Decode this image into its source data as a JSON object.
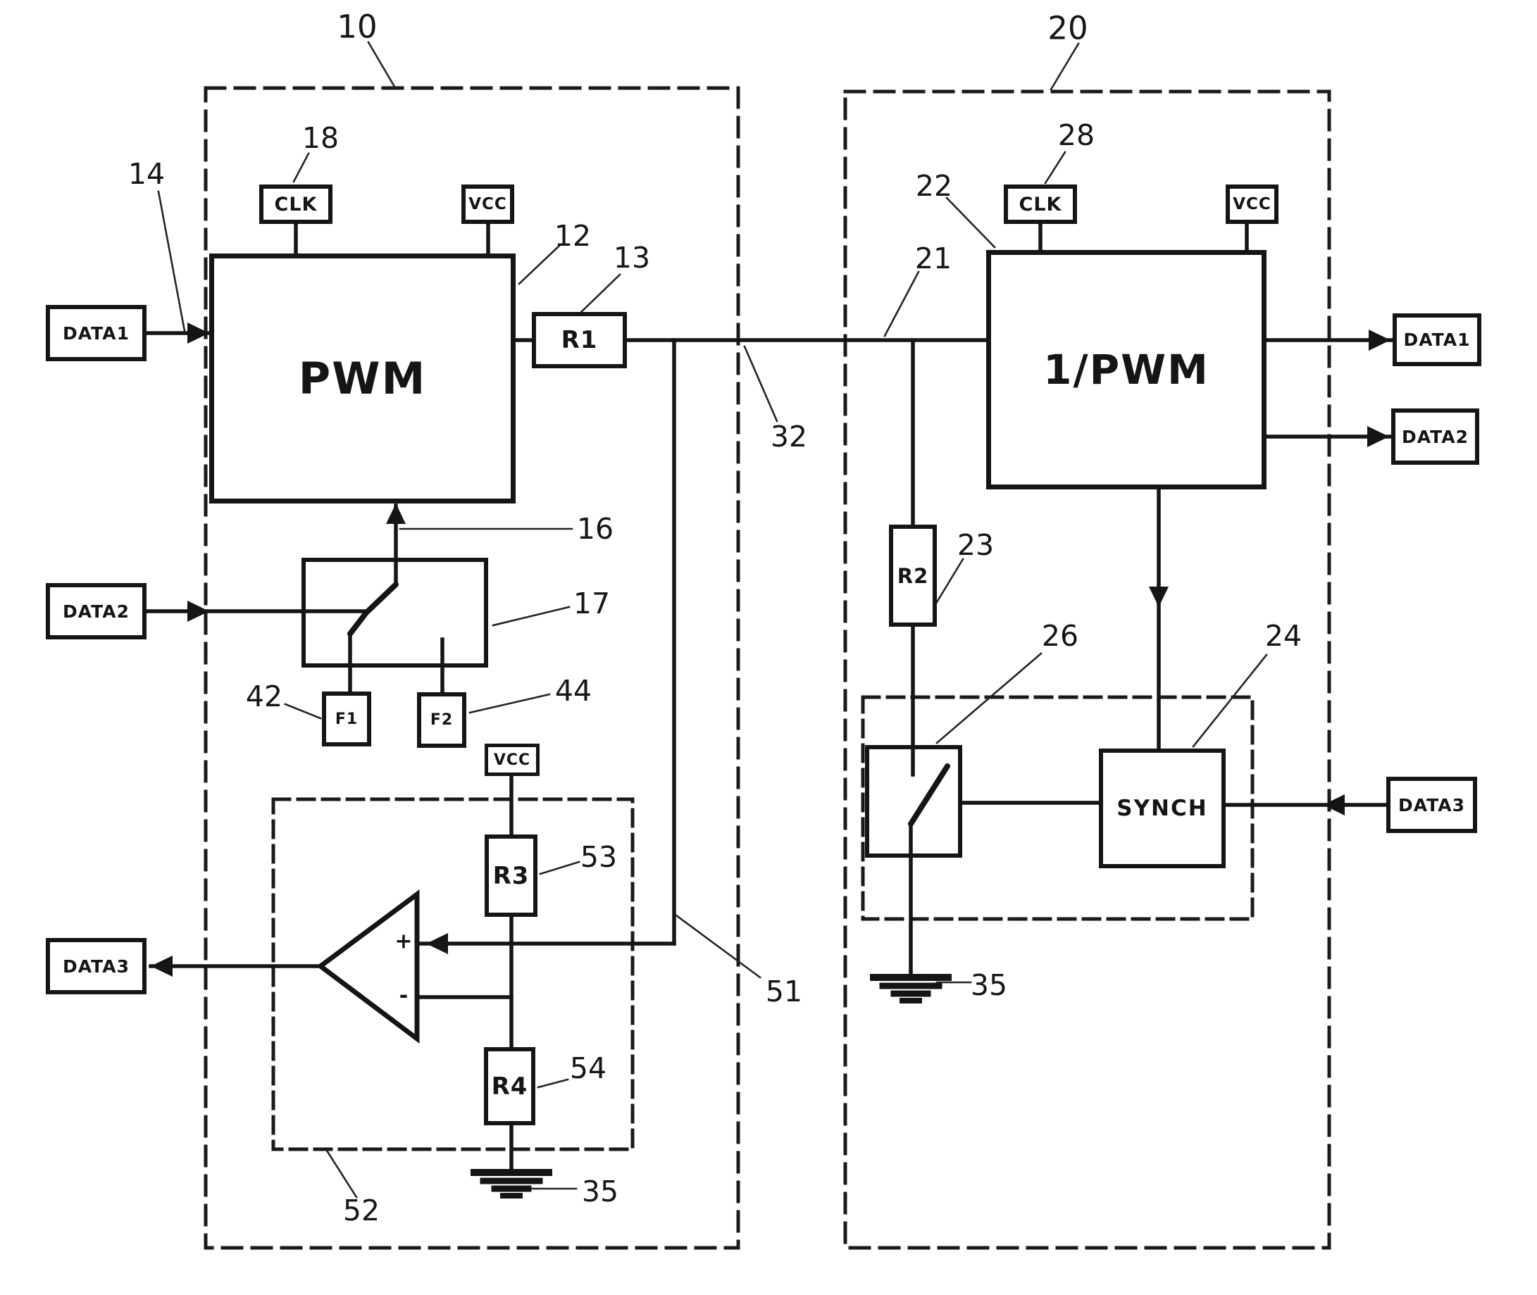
{
  "palette": {
    "ink": "#1a1a1a",
    "paper": "#ffffff"
  },
  "boxes": {
    "pwm": "PWM",
    "inv_pwm": "1/PWM",
    "clk_left": "CLK",
    "vcc_left": "VCC",
    "clk_right": "CLK",
    "vcc_right": "VCC",
    "vcc_mid": "VCC",
    "r1": "R1",
    "r2": "R2",
    "r3": "R3",
    "r4": "R4",
    "f1": "F1",
    "f2": "F2",
    "synch": "SYNCH",
    "data1_left": "DATA1",
    "data2_left": "DATA2",
    "data3_left": "DATA3",
    "data1_right": "DATA1",
    "data2_right": "DATA2",
    "data3_right": "DATA3"
  },
  "comparator": {
    "plus": "+",
    "minus": "-"
  },
  "refs": {
    "r10": "10",
    "r12": "12",
    "r13": "13",
    "r14": "14",
    "r16": "16",
    "r17": "17",
    "r18": "18",
    "r20": "20",
    "r21": "21",
    "r22": "22",
    "r23": "23",
    "r24": "24",
    "r26": "26",
    "r28": "28",
    "r32": "32",
    "r35_left": "35",
    "r35_right": "35",
    "r42": "42",
    "r44": "44",
    "r51": "51",
    "r52": "52",
    "r53": "53",
    "r54": "54"
  }
}
